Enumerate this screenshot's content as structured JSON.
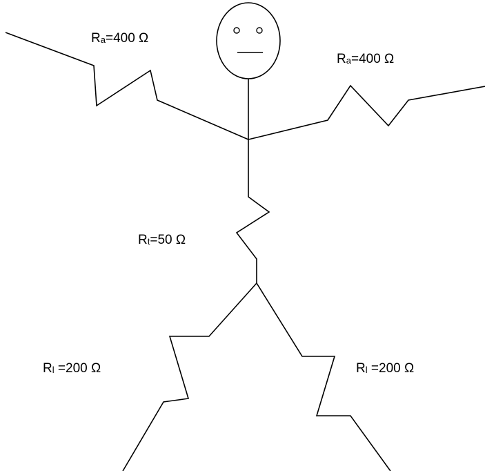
{
  "labels": {
    "left_arm": {
      "base": "R",
      "sub": "a",
      "value": "=400 Ω"
    },
    "right_arm": {
      "base": "R",
      "sub": "a",
      "value": "=400 Ω"
    },
    "torso": {
      "base": "R",
      "sub": "t",
      "value": "=50 Ω"
    },
    "left_leg": {
      "base": "R",
      "sub": "l",
      "value": " =200 Ω"
    },
    "right_leg": {
      "base": "R",
      "sub": "l",
      "value": " =200 Ω"
    }
  },
  "colors": {
    "line": "#000000",
    "background": "#ffffff"
  }
}
